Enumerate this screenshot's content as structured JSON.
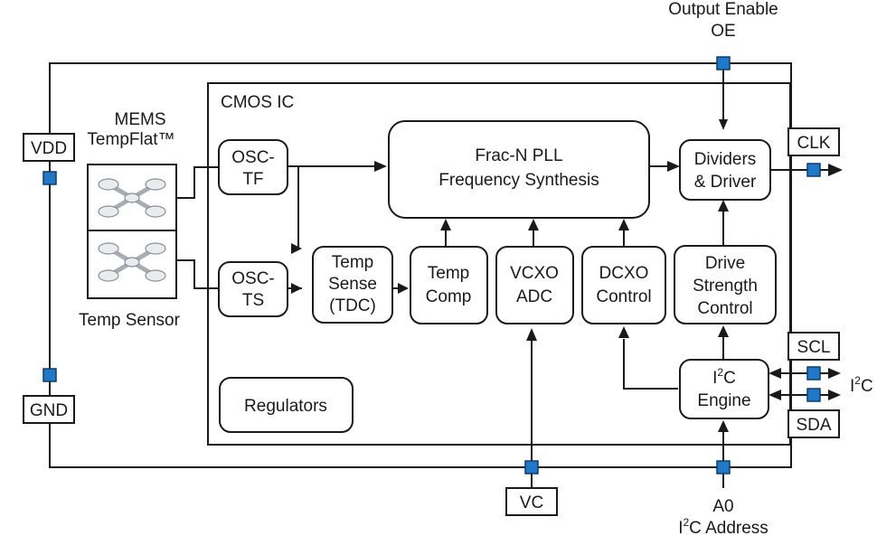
{
  "diagram": {
    "oe_label": "Output Enable",
    "oe_pin": "OE",
    "cmos_label": "CMOS IC",
    "mems_label_line1": "MEMS",
    "mems_label_line2": "TempFlat™",
    "temp_sensor_label": "Temp Sensor",
    "pins": {
      "vdd": "VDD",
      "gnd": "GND",
      "clk": "CLK",
      "scl": "SCL",
      "sda": "SDA",
      "vc": "VC",
      "i2c_base": "I",
      "i2c_sup": "2",
      "i2c_tail": "C"
    },
    "a0_label": "A0",
    "addr_base": "I",
    "addr_sup": "2",
    "addr_tail": "C Address",
    "blocks": {
      "osc_tf": [
        "OSC-",
        "TF"
      ],
      "osc_ts": [
        "OSC-",
        "TS"
      ],
      "pll": [
        "Frac-N PLL",
        "Frequency Synthesis"
      ],
      "dividers": [
        "Dividers",
        "& Driver"
      ],
      "temp_sense": [
        "Temp",
        "Sense",
        "(TDC)"
      ],
      "temp_comp": [
        "Temp",
        "Comp"
      ],
      "vcxo": [
        "VCXO",
        "ADC"
      ],
      "dcxo": [
        "DCXO",
        "Control"
      ],
      "drive": [
        "Drive",
        "Strength",
        "Control"
      ],
      "i2c_engine_base": "I",
      "i2c_engine_sup": "2",
      "i2c_engine_tail": "C",
      "i2c_engine_line2": "Engine",
      "regulators": "Regulators"
    }
  }
}
